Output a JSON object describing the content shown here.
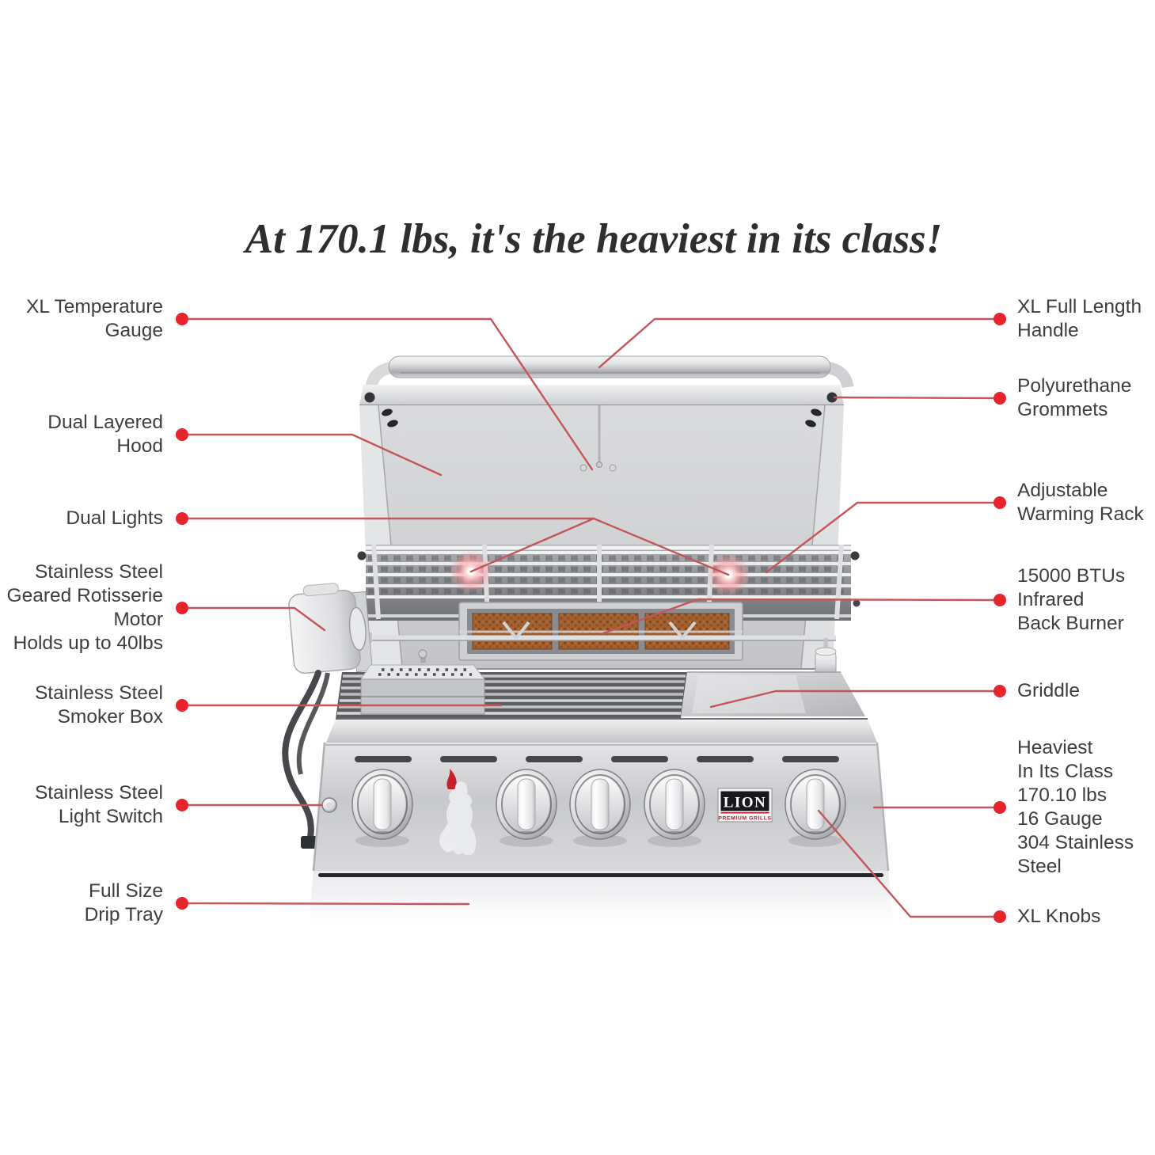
{
  "title": "At 170.1 lbs, it's the heaviest in its class!",
  "badge": {
    "name": "LION",
    "tagline": "PREMIUM GRILLS"
  },
  "colors": {
    "accent_dot": "#e5242b",
    "accent_line": "#c4555a",
    "label_text": "#3e3e41",
    "title_text": "#2e2e30",
    "ceramic_burner": "#9c5c30",
    "steel_light": "#e8e9eb",
    "steel_mid": "#c7c8cb"
  },
  "callouts": {
    "left": [
      {
        "id": "temperature-gauge",
        "label": "XL Temperature\nGauge"
      },
      {
        "id": "dual-layered-hood",
        "label": "Dual Layered\nHood"
      },
      {
        "id": "dual-lights",
        "label": "Dual Lights"
      },
      {
        "id": "rotisserie-motor",
        "label": "Stainless Steel\nGeared Rotisserie\nMotor\nHolds up to 40lbs"
      },
      {
        "id": "smoker-box",
        "label": "Stainless Steel\nSmoker Box"
      },
      {
        "id": "light-switch",
        "label": "Stainless Steel\nLight Switch"
      },
      {
        "id": "drip-tray",
        "label": "Full Size\nDrip Tray"
      }
    ],
    "right": [
      {
        "id": "full-length-handle",
        "label": "XL Full Length\nHandle"
      },
      {
        "id": "grommets",
        "label": "Polyurethane\nGrommets"
      },
      {
        "id": "warming-rack",
        "label": "Adjustable\nWarming Rack"
      },
      {
        "id": "back-burner",
        "label": "15000 BTUs\nInfrared\nBack Burner"
      },
      {
        "id": "griddle",
        "label": "Griddle"
      },
      {
        "id": "heaviest-in-class",
        "label": "Heaviest\nIn Its Class\n170.10 lbs\n16 Gauge\n304 Stainless\nSteel"
      },
      {
        "id": "xl-knobs",
        "label": "XL Knobs"
      }
    ]
  }
}
